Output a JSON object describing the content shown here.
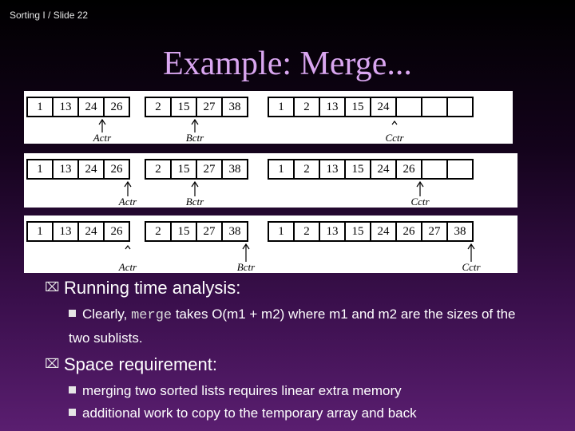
{
  "header": {
    "text": "Sorting I / Slide 22"
  },
  "title": "Example: Merge...",
  "panels": [
    {
      "lists": [
        {
          "cells": [
            "1",
            "13",
            "24",
            "26"
          ]
        },
        {
          "cells": [
            "2",
            "15",
            "27",
            "38"
          ]
        },
        {
          "cells": [
            "1",
            "2",
            "13",
            "15",
            "24",
            "",
            "",
            ""
          ]
        }
      ],
      "pointers": [
        {
          "label": "Actr",
          "list": 0,
          "index": 3,
          "style": "arrow"
        },
        {
          "label": "Bctr",
          "list": 1,
          "index": 2,
          "style": "arrow"
        },
        {
          "label": "Cctr",
          "list": 2,
          "index": 5,
          "style": "caret"
        }
      ]
    },
    {
      "lists": [
        {
          "cells": [
            "1",
            "13",
            "24",
            "26"
          ]
        },
        {
          "cells": [
            "2",
            "15",
            "27",
            "38"
          ]
        },
        {
          "cells": [
            "1",
            "2",
            "13",
            "15",
            "24",
            "26",
            "",
            ""
          ]
        }
      ],
      "pointers": [
        {
          "label": "Actr",
          "list": 0,
          "index": 4,
          "style": "arrow"
        },
        {
          "label": "Bctr",
          "list": 1,
          "index": 2,
          "style": "arrow"
        },
        {
          "label": "Cctr",
          "list": 2,
          "index": 6,
          "style": "arrow"
        }
      ]
    },
    {
      "lists": [
        {
          "cells": [
            "1",
            "13",
            "24",
            "26"
          ]
        },
        {
          "cells": [
            "2",
            "15",
            "27",
            "38"
          ]
        },
        {
          "cells": [
            "1",
            "2",
            "13",
            "15",
            "24",
            "26",
            "27",
            "38"
          ]
        }
      ],
      "pointers": [
        {
          "label": "Actr",
          "list": 0,
          "index": 4,
          "style": "caret"
        },
        {
          "label": "Bctr",
          "list": 1,
          "index": 4,
          "style": "arrow"
        },
        {
          "label": "Cctr",
          "list": 2,
          "index": 8,
          "style": "arrow"
        }
      ]
    }
  ],
  "bullets": {
    "running_time": {
      "heading": "Running time analysis:",
      "detail_prefix": "Clearly, ",
      "detail_code": "merge",
      "detail_suffix": " takes O(m1 + m2) where m1 and m2 are the sizes of the two sublists."
    },
    "space": {
      "heading": "Space requirement:",
      "items": [
        "merging two sorted lists requires linear extra memory",
        "additional work to copy to the temporary array and back"
      ]
    }
  }
}
